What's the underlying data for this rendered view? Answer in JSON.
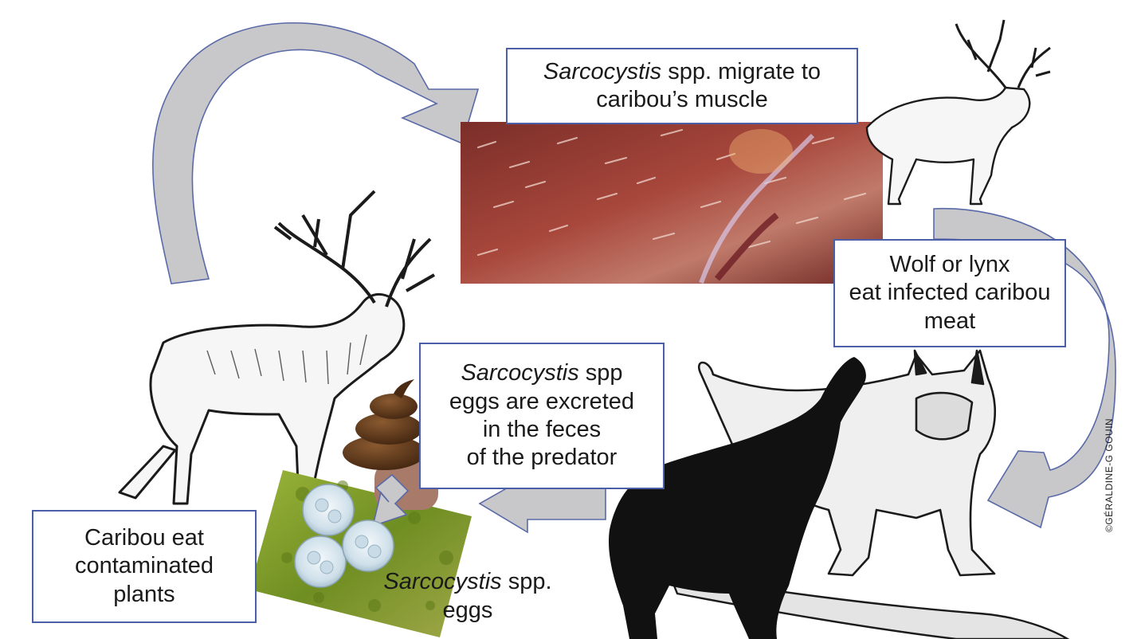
{
  "boxes": {
    "migrate": {
      "species": "Sarcocystis",
      "rest": " spp. migrate to",
      "line2": "caribou’s muscle"
    },
    "predator_eat": {
      "line1": "Wolf or lynx",
      "line2": "eat infected caribou",
      "line3": "meat"
    },
    "excreted": {
      "species": "Sarcocystis",
      "rest": " spp",
      "line2": "eggs are excreted",
      "line3": "in the feces",
      "line4": "of the predator"
    },
    "caribou_eat": {
      "line1": "Caribou eat",
      "line2": "contaminated",
      "line3": "plants"
    }
  },
  "eggs_label": {
    "species": "Sarcocystis",
    "rest": " spp.",
    "line2": "eggs"
  },
  "credit": "©GÉRALDINE-G GOUIN",
  "colors": {
    "box_border": "#4a5fa8",
    "arrow_fill": "#c8c8ca",
    "arrow_edge": "#5a6aa8",
    "muscle": "#8e3a32",
    "moss": "#7a9a2a",
    "feces": "#5a3418",
    "wolf": "#111111"
  }
}
